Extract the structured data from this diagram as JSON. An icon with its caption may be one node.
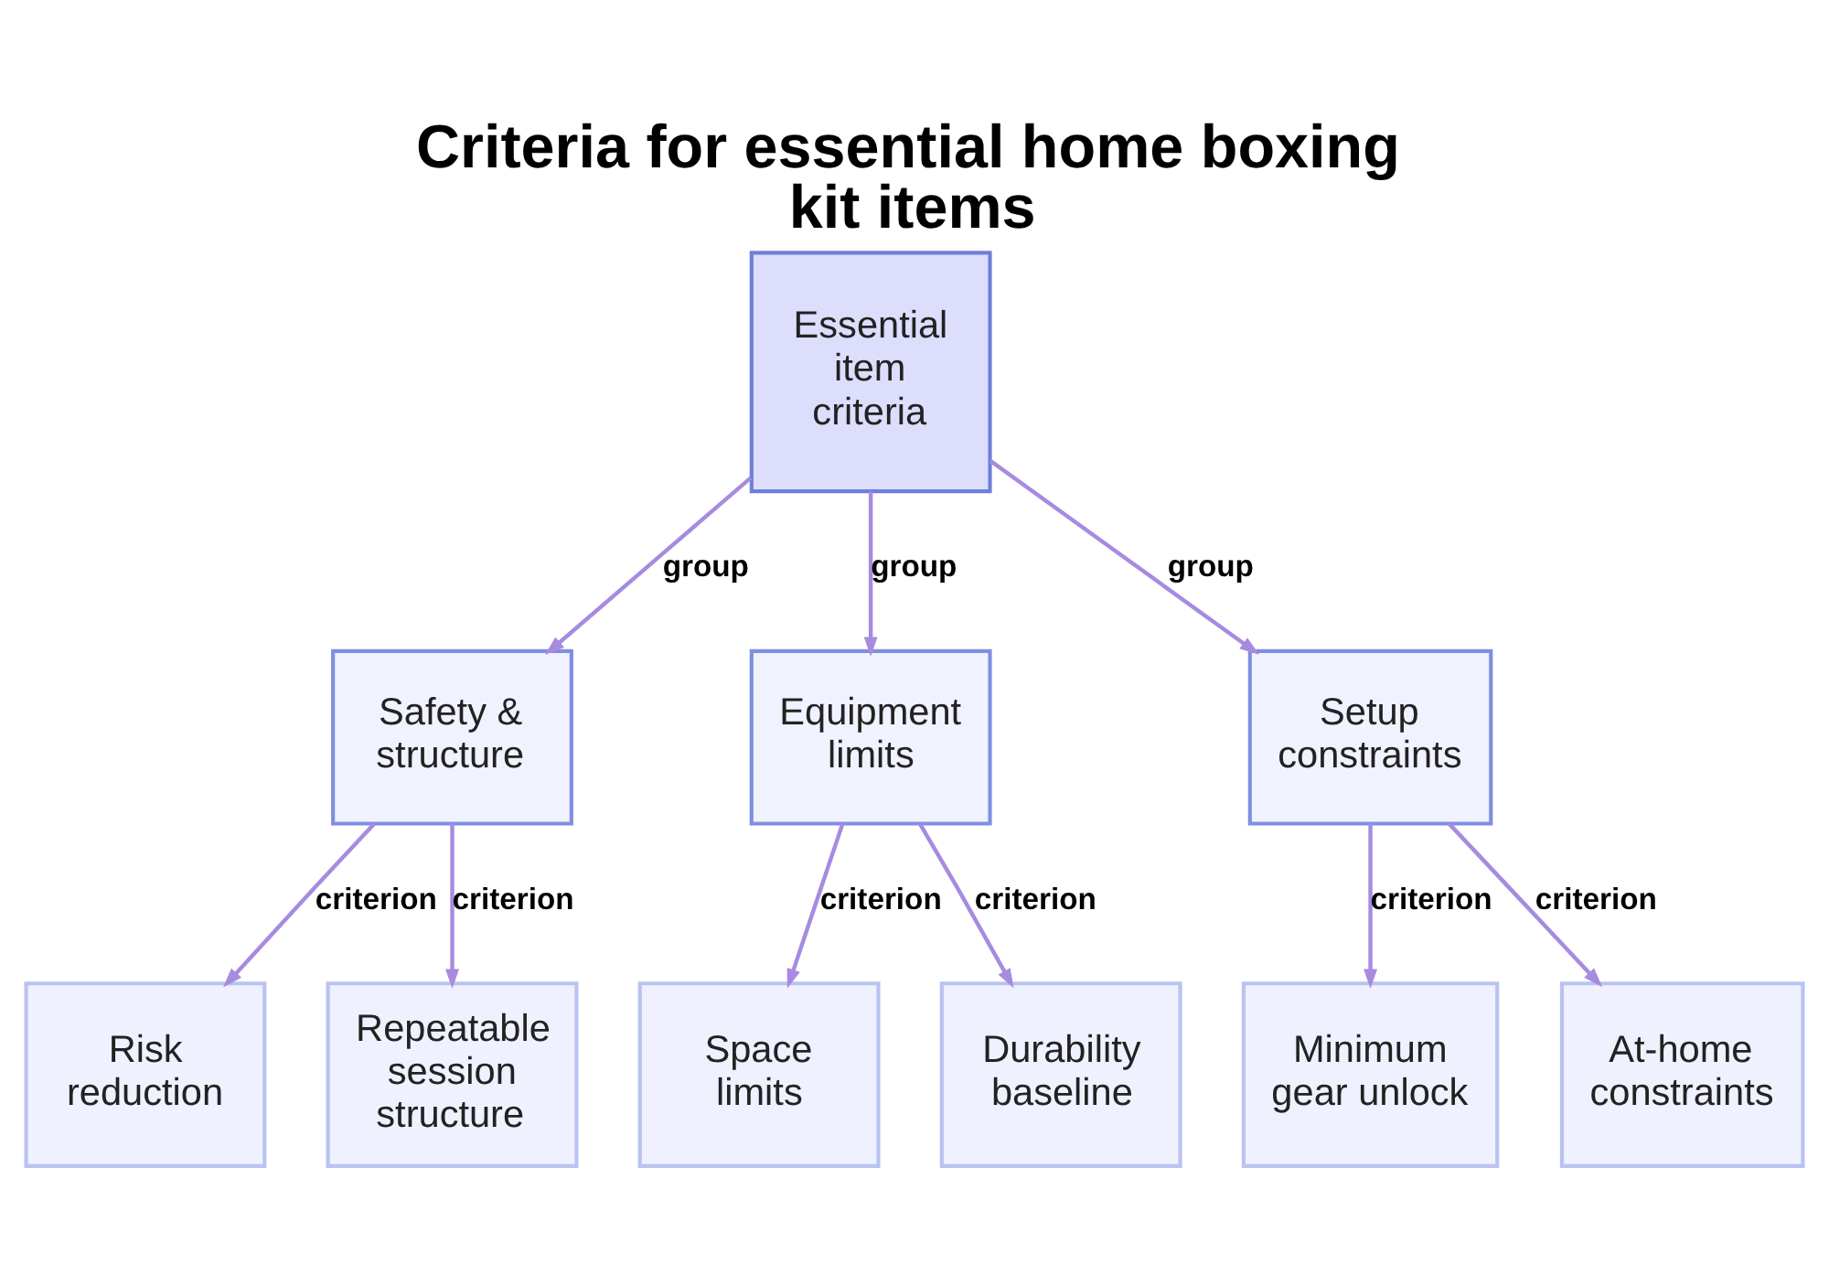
{
  "diagram": {
    "title": "Criteria for essential home boxing kit items",
    "nodes": [
      {
        "text": [
          "Essential item criteria"
        ]
      },
      {
        "text": [
          "Safety & structure"
        ]
      },
      {
        "text": [
          "Equipment limits"
        ]
      },
      {
        "text": [
          "Setup constraints"
        ]
      },
      {
        "text": [
          "Risk reduction"
        ]
      },
      {
        "text": [
          "Repeatable session structure"
        ]
      },
      {
        "text": [
          "Space limits"
        ]
      },
      {
        "text": [
          "Durability baseline"
        ]
      },
      {
        "text": [
          "Minimum gear unlock"
        ]
      },
      {
        "text": [
          "At-home constraints"
        ]
      }
    ],
    "edges": [
      {
        "from": 0,
        "to": 1,
        "arrow": "to",
        "label": "group"
      },
      {
        "from": 0,
        "to": 2,
        "arrow": "to",
        "label": "group"
      },
      {
        "from": 0,
        "to": 3,
        "arrow": "to",
        "label": "group"
      },
      {
        "from": 1,
        "to": 4,
        "arrow": "to",
        "label": "criterion"
      },
      {
        "from": 1,
        "to": 5,
        "arrow": "to",
        "label": "criterion"
      },
      {
        "from": 2,
        "to": 6,
        "arrow": "to",
        "label": "criterion"
      },
      {
        "from": 2,
        "to": 7,
        "arrow": "to",
        "label": "criterion"
      },
      {
        "from": 3,
        "to": 8,
        "arrow": "to",
        "label": "criterion"
      },
      {
        "from": 3,
        "to": 9,
        "arrow": "to",
        "label": "criterion"
      }
    ]
  }
}
